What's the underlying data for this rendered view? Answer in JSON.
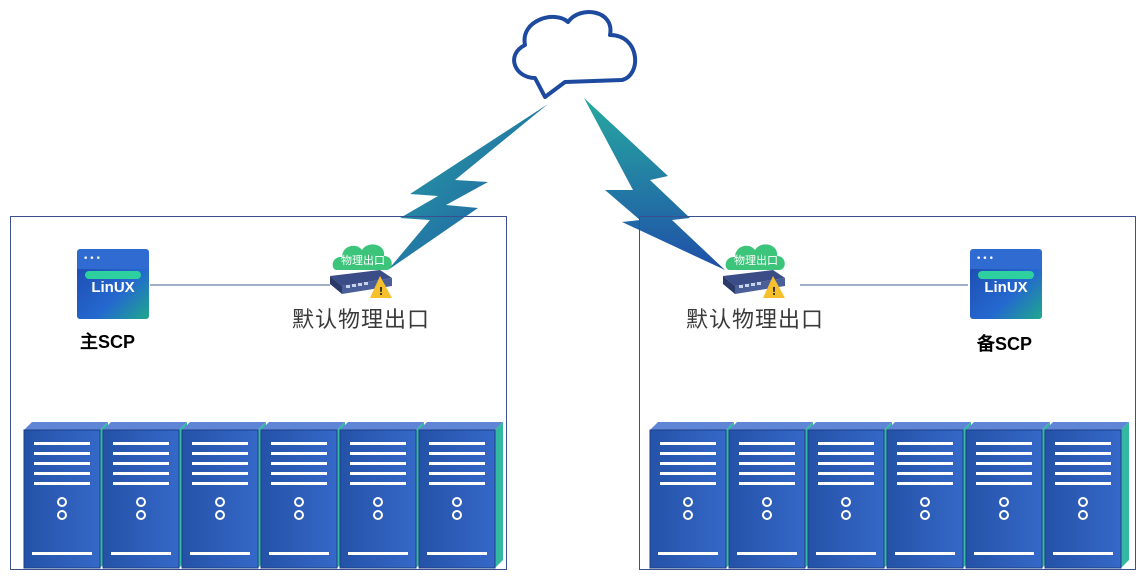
{
  "left_site": {
    "scp_label": "主SCP",
    "scp_logo": "LinUX",
    "exit_badge": "物理出口",
    "exit_label": "默认物理出口"
  },
  "right_site": {
    "scp_label": "备SCP",
    "scp_logo": "LinUX",
    "exit_badge": "物理出口",
    "exit_label": "默认物理出口"
  },
  "icons": [
    "cloud-icon",
    "lightning-link-icon",
    "router-icon",
    "warning-icon",
    "server-rack-icon",
    "linux-app-icon"
  ],
  "colors": {
    "box_border": "#3a4f8f",
    "server_blue": "#2b5cb8",
    "server_teal": "#33b9a0",
    "lightning": "#1f5fa8",
    "cloud_stroke": "#1d4a9e",
    "router_cloud": "#3cc47a"
  }
}
